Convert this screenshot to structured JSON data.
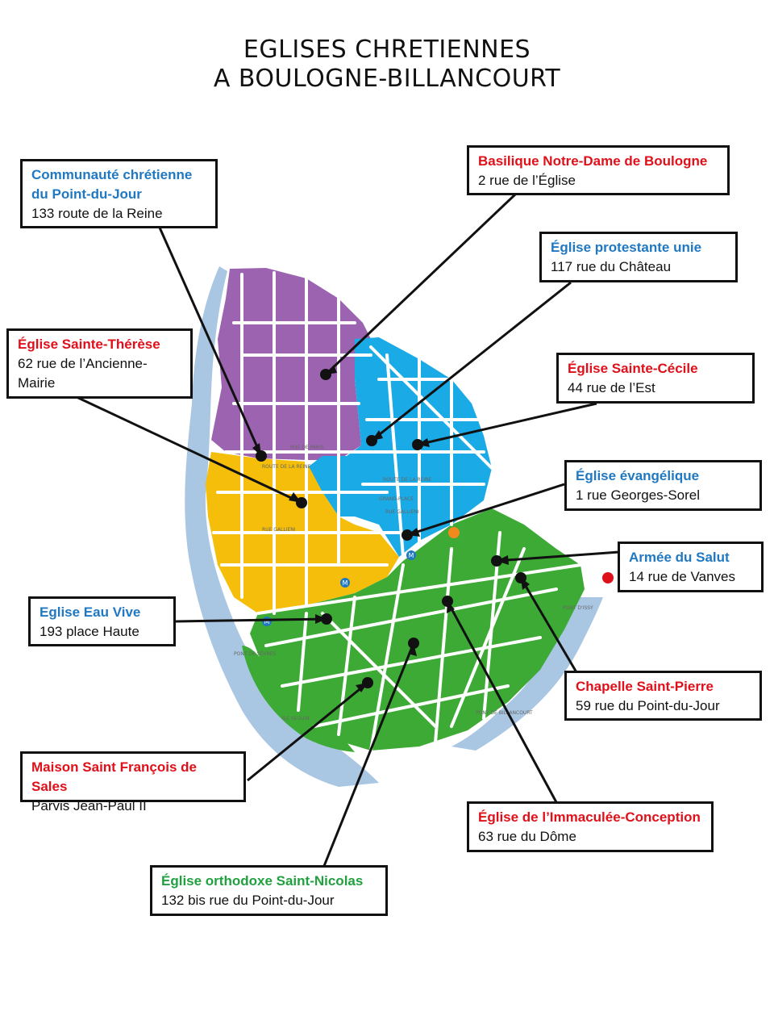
{
  "title": {
    "line1": "EGLISES CHRETIENNES",
    "line2": "A BOULOGNE-BILLANCOURT"
  },
  "colors": {
    "purple": "#9c63b0",
    "blue": "#1aaae6",
    "yellow": "#f5be0a",
    "green": "#3daa35",
    "river": "#a9c6e3",
    "label_red": "#e0101a",
    "label_blue": "#1f78c1",
    "label_green": "#21a040"
  },
  "churches": [
    {
      "name": "Basilique Notre-Dame de Boulogne",
      "address": "2 rue de l’Église",
      "color": "red"
    },
    {
      "name": "Communauté chrétienne",
      "name2": "du Point-du-Jour",
      "address": "133 route de la Reine",
      "color": "blue"
    },
    {
      "name": "Église protestante unie",
      "address": "117 rue du Château",
      "color": "blue"
    },
    {
      "name": "Église Sainte-Thérèse",
      "address": "62 rue de l’Ancienne-",
      "address2": "Mairie",
      "color": "red"
    },
    {
      "name": "Église Sainte-Cécile",
      "address": "44 rue de l’Est",
      "color": "red"
    },
    {
      "name": "Église évangélique",
      "address": "1 rue Georges-Sorel",
      "color": "blue"
    },
    {
      "name": "Armée du Salut",
      "address": "14 rue de Vanves",
      "color": "blue"
    },
    {
      "name": "Eglise Eau Vive",
      "address": "193 place Haute",
      "color": "blue"
    },
    {
      "name": "Chapelle Saint-Pierre",
      "address": "59 rue du Point-du-Jour",
      "color": "red"
    },
    {
      "name": "Maison Saint François de Sales",
      "address": "Parvis Jean-Paul II",
      "color": "red"
    },
    {
      "name": "Église de l’Immaculée-Conception",
      "address": "63 rue du Dôme",
      "color": "red"
    },
    {
      "name": "Église orthodoxe Saint-Nicolas",
      "address": "132 bis rue du Point-du-Jour",
      "color": "green"
    }
  ],
  "map_labels": {
    "route_reine": "ROUTE DE LA REINE",
    "rue_paris": "RUE DE PARIS",
    "rue_gallieni": "RUE GALLIENI",
    "grand_place": "GRAND-PLACE",
    "place_haute": "PLACE HAUTE",
    "pont_sevres": "PONT DE SÈVRES",
    "pont_billancourt": "PONT DE BILLANCOURT",
    "pont_issy": "PONT D'ISSY",
    "ile_seguin": "ÎLE SEGUIN",
    "metro": "M"
  }
}
